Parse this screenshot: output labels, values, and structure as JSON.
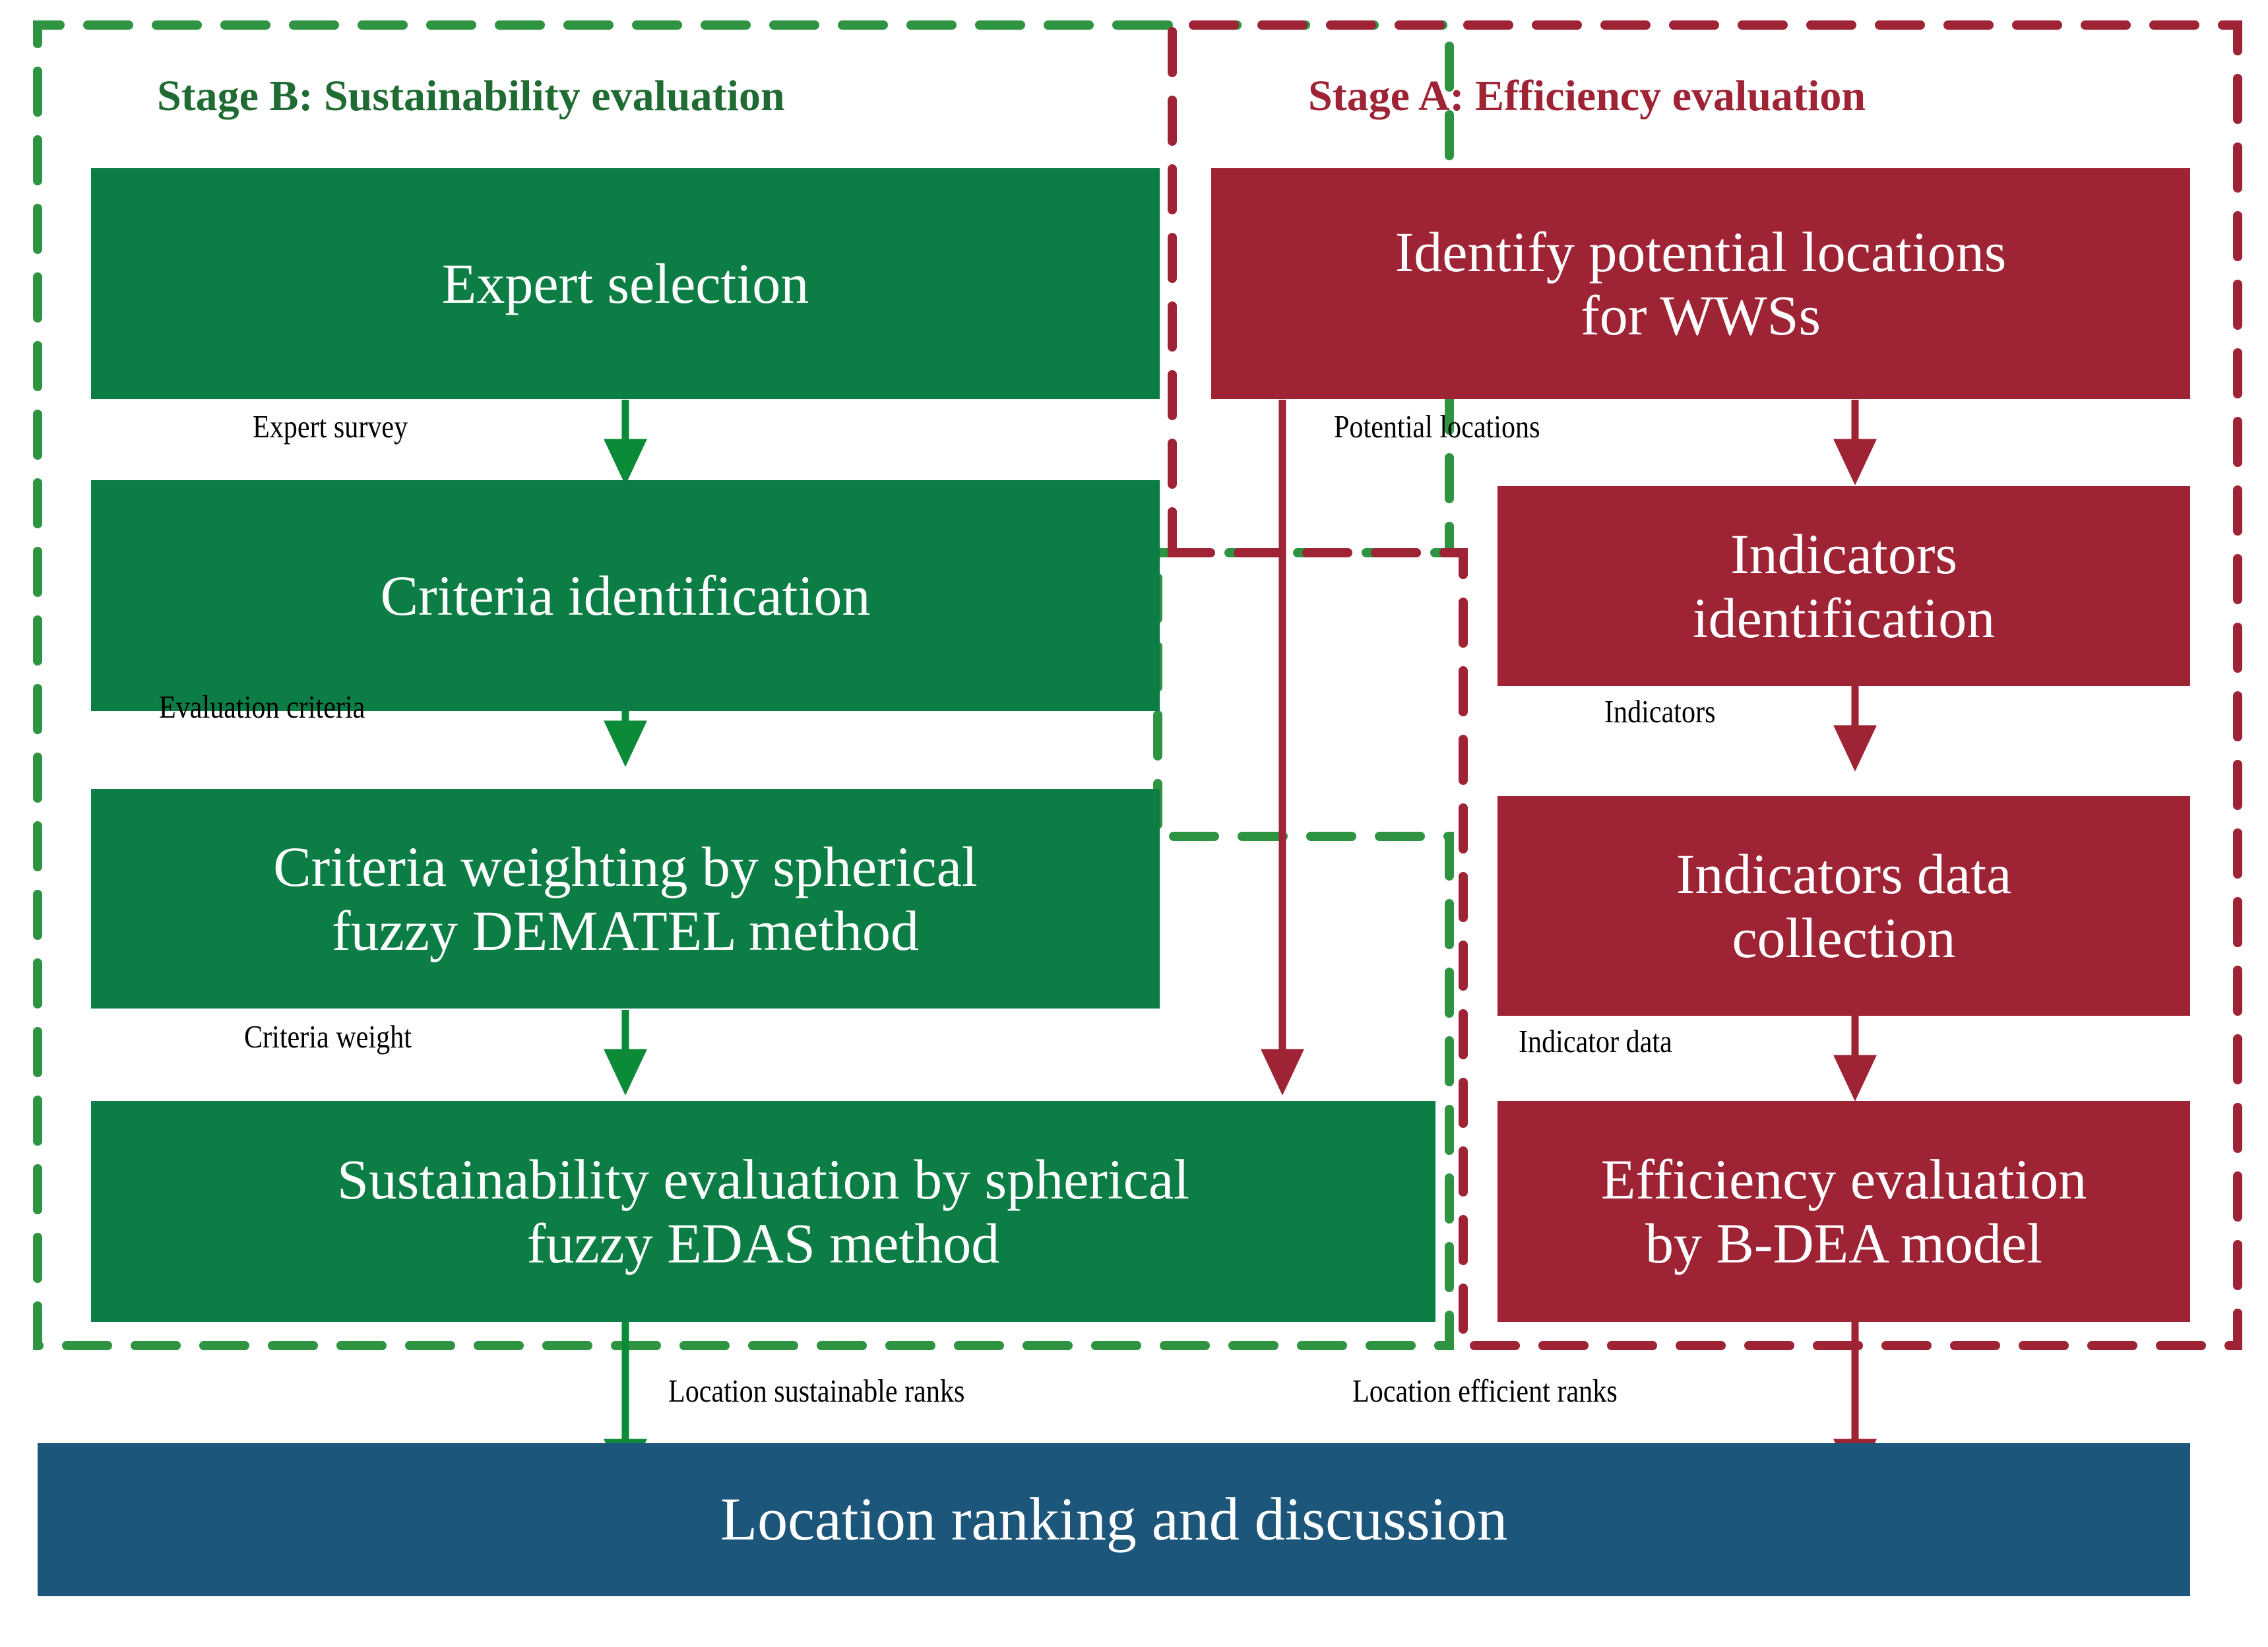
{
  "colors": {
    "green_fill": "#0b7d45",
    "green_line": "#2e9442",
    "green_title": "#206b33",
    "green_arrow": "#0b8a38",
    "red_fill": "#9e2334",
    "red_line": "#9e2334",
    "red_title": "#9e2334",
    "blue_fill": "#1d567b",
    "label_text": "#000000",
    "background": "#ffffff"
  },
  "stages": {
    "b": {
      "title": "Stage B: Sustainability evaluation"
    },
    "a": {
      "title": "Stage A: Efficiency evaluation"
    }
  },
  "boxes": {
    "expert_selection": "Expert selection",
    "criteria_identification": "Criteria identification",
    "criteria_weighting_l1": "Criteria weighting by spherical",
    "criteria_weighting_l2": "fuzzy DEMATEL method",
    "sustainability_eval_l1": "Sustainability evaluation by spherical",
    "sustainability_eval_l2": "fuzzy EDAS method",
    "identify_locations_l1": "Identify potential locations",
    "identify_locations_l2": "for WWSs",
    "indicators_identification_l1": "Indicators",
    "indicators_identification_l2": "identification",
    "indicators_data_collection_l1": "Indicators data",
    "indicators_data_collection_l2": "collection",
    "efficiency_eval_l1": "Efficiency evaluation",
    "efficiency_eval_l2": "by B-DEA model",
    "location_ranking": "Location ranking and discussion"
  },
  "edge_labels": {
    "expert_survey": "Expert survey",
    "evaluation_criteria": "Evaluation criteria",
    "criteria_weight": "Criteria weight",
    "potential_locations": "Potential locations",
    "indicators": "Indicators",
    "indicator_data": "Indicator data",
    "location_sustainable_ranks": "Location sustainable ranks",
    "location_efficient_ranks": "Location efficient ranks"
  }
}
